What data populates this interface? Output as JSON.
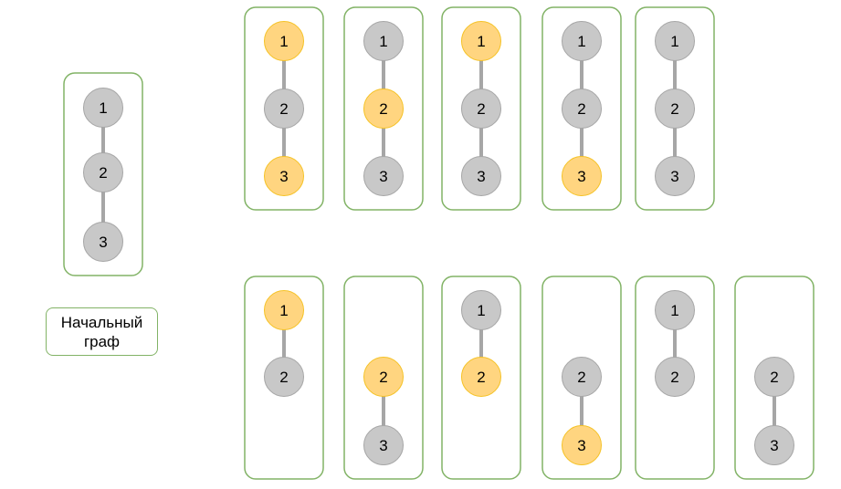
{
  "colors": {
    "border": "#82b366",
    "node_fill": "#c8c8c8",
    "node_stroke": "#a6a6a6",
    "highlight_fill": "#ffd580",
    "highlight_stroke": "#f5c225",
    "edge": "#a6a6a6"
  },
  "caption": "Начальный граф",
  "initial_graph": {
    "nodes": [
      {
        "id": "1",
        "hl": false
      },
      {
        "id": "2",
        "hl": false
      },
      {
        "id": "3",
        "hl": false
      }
    ],
    "edges": [
      [
        "1",
        "2"
      ],
      [
        "2",
        "3"
      ]
    ]
  },
  "top_row": [
    {
      "nodes": [
        {
          "id": "1",
          "hl": true
        },
        {
          "id": "2",
          "hl": false
        },
        {
          "id": "3",
          "hl": true
        }
      ],
      "edges": [
        [
          "1",
          "2"
        ],
        [
          "2",
          "3"
        ]
      ]
    },
    {
      "nodes": [
        {
          "id": "1",
          "hl": false
        },
        {
          "id": "2",
          "hl": true
        },
        {
          "id": "3",
          "hl": false
        }
      ],
      "edges": [
        [
          "1",
          "2"
        ],
        [
          "2",
          "3"
        ]
      ]
    },
    {
      "nodes": [
        {
          "id": "1",
          "hl": true
        },
        {
          "id": "2",
          "hl": false
        },
        {
          "id": "3",
          "hl": false
        }
      ],
      "edges": [
        [
          "1",
          "2"
        ],
        [
          "2",
          "3"
        ]
      ]
    },
    {
      "nodes": [
        {
          "id": "1",
          "hl": false
        },
        {
          "id": "2",
          "hl": false
        },
        {
          "id": "3",
          "hl": true
        }
      ],
      "edges": [
        [
          "1",
          "2"
        ],
        [
          "2",
          "3"
        ]
      ]
    },
    {
      "nodes": [
        {
          "id": "1",
          "hl": false
        },
        {
          "id": "2",
          "hl": false
        },
        {
          "id": "3",
          "hl": false
        }
      ],
      "edges": [
        [
          "1",
          "2"
        ],
        [
          "2",
          "3"
        ]
      ]
    }
  ],
  "bottom_row": [
    {
      "nodes": [
        {
          "id": "1",
          "hl": true
        },
        {
          "id": "2",
          "hl": false
        }
      ],
      "edges": [
        [
          "1",
          "2"
        ]
      ]
    },
    {
      "nodes": [
        {
          "id": "2",
          "hl": true
        },
        {
          "id": "3",
          "hl": false
        }
      ],
      "edges": [
        [
          "2",
          "3"
        ]
      ]
    },
    {
      "nodes": [
        {
          "id": "1",
          "hl": false
        },
        {
          "id": "2",
          "hl": true
        }
      ],
      "edges": [
        [
          "1",
          "2"
        ]
      ]
    },
    {
      "nodes": [
        {
          "id": "2",
          "hl": false
        },
        {
          "id": "3",
          "hl": true
        }
      ],
      "edges": [
        [
          "2",
          "3"
        ]
      ]
    },
    {
      "nodes": [
        {
          "id": "1",
          "hl": false
        },
        {
          "id": "2",
          "hl": false
        }
      ],
      "edges": [
        [
          "1",
          "2"
        ]
      ]
    },
    {
      "nodes": [
        {
          "id": "2",
          "hl": false
        },
        {
          "id": "3",
          "hl": false
        }
      ],
      "edges": [
        [
          "2",
          "3"
        ]
      ]
    }
  ]
}
